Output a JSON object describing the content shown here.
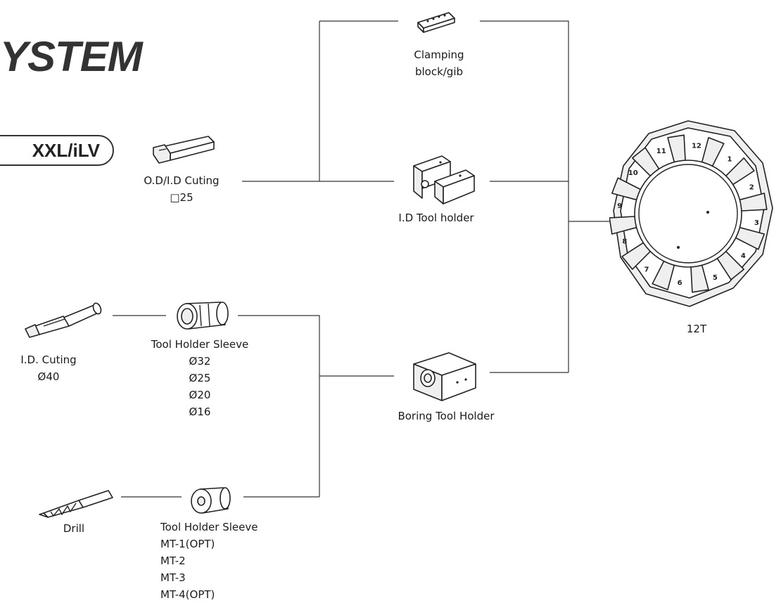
{
  "title": "YSTEM",
  "model_badge": "XXL/iLV",
  "parts": {
    "clamping_block": {
      "label_lines": [
        "Clamping",
        "block/gib"
      ]
    },
    "od_id_cutting": {
      "label_lines": [
        "O.D/I.D Cuting",
        "□25"
      ]
    },
    "id_tool_holder": {
      "label": "I.D Tool holder"
    },
    "turret": {
      "label": "12T",
      "station_numbers": [
        "1",
        "2",
        "3",
        "4",
        "5",
        "6",
        "7",
        "8",
        "9",
        "10",
        "11",
        "12"
      ]
    },
    "id_cutting": {
      "label_lines": [
        "I.D. Cuting",
        "Ø40"
      ]
    },
    "tool_holder_sleeve_round": {
      "label_lines": [
        "Tool Holder Sleeve",
        "Ø32",
        "Ø25",
        "Ø20",
        "Ø16"
      ]
    },
    "boring_tool_holder": {
      "label": "Boring Tool Holder"
    },
    "drill": {
      "label": "Drill"
    },
    "tool_holder_sleeve_mt": {
      "label_lines": [
        "Tool Holder Sleeve",
        "MT-1(OPT)",
        "MT-2",
        "MT-3",
        "MT-4(OPT)"
      ]
    }
  }
}
